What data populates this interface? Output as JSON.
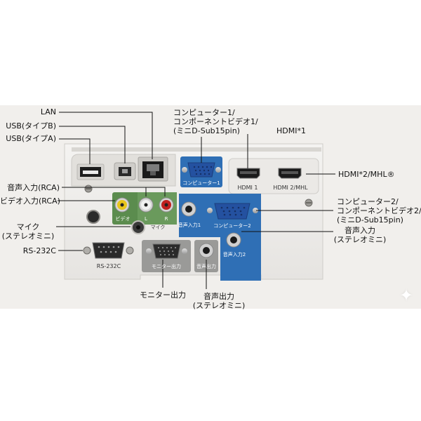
{
  "labels": {
    "lan": "LAN",
    "usb_b": "USB(タイプB)",
    "usb_a": "USB(タイプA)",
    "computer1": [
      "コンピューター1/",
      "コンポーネントビデオ1/",
      "(ミニD-Sub15pin)"
    ],
    "hdmi1": "HDMI*1",
    "hdmi2": "HDMI*2/MHL®",
    "audio_in_rca": "音声入力(RCA)",
    "video_in_rca": "ビデオ入力(RCA)",
    "mic": [
      "マイク",
      "(ステレオミニ)"
    ],
    "rs232c": "RS-232C",
    "computer2": [
      "コンピューター2/",
      "コンポーネントビデオ2/",
      "(ミニD-Sub15pin)"
    ],
    "audio_in": [
      "音声入力",
      "(ステレオミニ)"
    ],
    "monitor_out": "モニター出力",
    "audio_out": [
      "音声出力",
      "(ステレオミニ)"
    ]
  },
  "panel_text": {
    "computer1": "コンピューター1",
    "hdmi1": "HDMI 1",
    "hdmi2": "HDMI 2/MHL",
    "video": "ビデオ",
    "l": "L",
    "r": "R",
    "audio_in1": "音声入力1",
    "computer2": "コンピューター2",
    "mic": "マイク",
    "audio_in2": "音声入力2",
    "rs232c": "RS-232C",
    "monitor_out": "モニター出力",
    "audio_out": "音声出力"
  },
  "colors": {
    "background": "#f1efec",
    "panel": "#dcdad6",
    "blue_panel": "#2f6fb5",
    "green_panel": "#5b8c4e",
    "gray_label": "#9a9a98",
    "vga_port": "#2a5fae",
    "video_jack": "#e8c51c",
    "audio_red": "#c0201f"
  },
  "icons": {
    "decoration": "sparkle-icon"
  }
}
